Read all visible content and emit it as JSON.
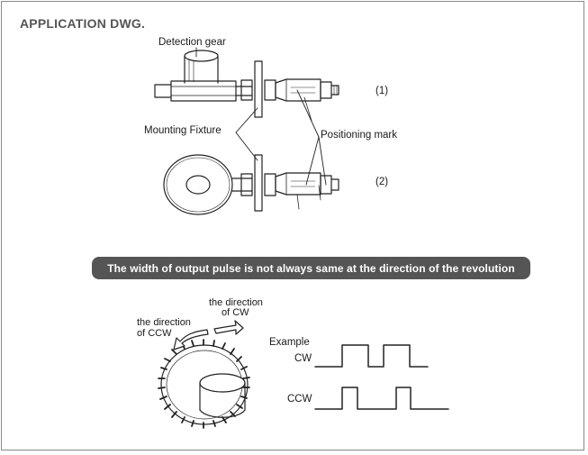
{
  "heading": "APPLICATION DWG.",
  "top_drawing": {
    "detection_gear_label": "Detection gear",
    "mounting_fixture_label": "Mounting Fixture",
    "positioning_mark_label": "Positioning mark",
    "figure_1_label": "(1)",
    "figure_2_label": "(2)"
  },
  "banner": "The width of output pulse is not always same at the direction of the revolution",
  "bottom_drawing": {
    "cw_direction_label_line1": "the direction",
    "cw_direction_label_line2": "of CW",
    "ccw_direction_label_line1": "the direction",
    "ccw_direction_label_line2": "of CCW",
    "example_label": "Example",
    "cw_label": "CW",
    "ccw_label": "CCW"
  }
}
